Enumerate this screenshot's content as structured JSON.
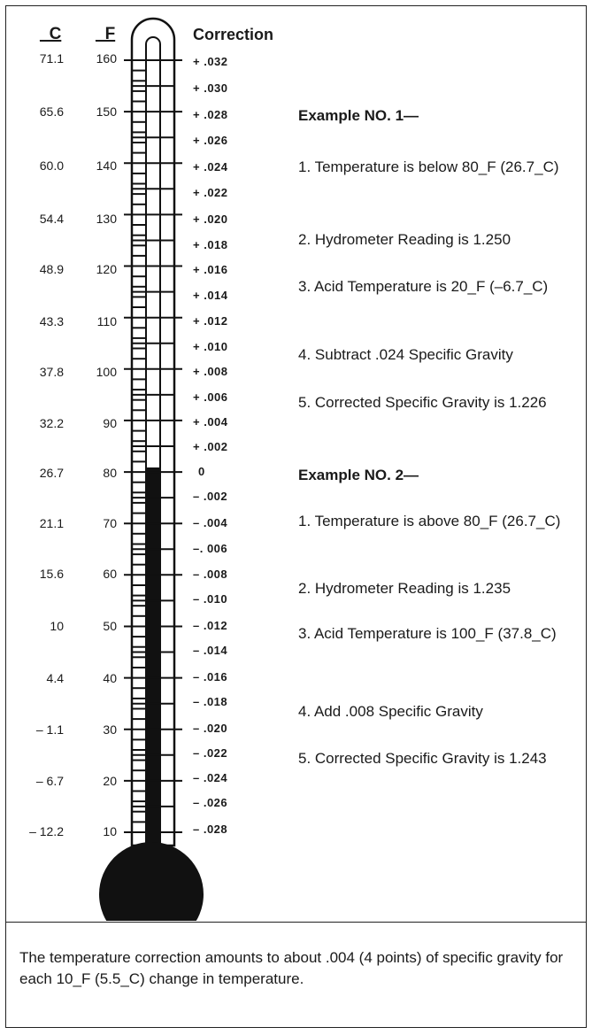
{
  "headers": {
    "c": "_C",
    "f": "_F",
    "correction": "Correction"
  },
  "scale": [
    {
      "c": "71.1",
      "f": "160"
    },
    {
      "c": "65.6",
      "f": "150"
    },
    {
      "c": "60.0",
      "f": "140"
    },
    {
      "c": "54.4",
      "f": "130"
    },
    {
      "c": "48.9",
      "f": "120"
    },
    {
      "c": "43.3",
      "f": "110"
    },
    {
      "c": "37.8",
      "f": "100"
    },
    {
      "c": "32.2",
      "f": "90"
    },
    {
      "c": "26.7",
      "f": "80"
    },
    {
      "c": "21.1",
      "f": "70"
    },
    {
      "c": "15.6",
      "f": "60"
    },
    {
      "c": "10",
      "f": "50"
    },
    {
      "c": "4.4",
      "f": "40"
    },
    {
      "c": "– 1.1",
      "f": "30"
    },
    {
      "c": "– 6.7",
      "f": "20"
    },
    {
      "c": "– 12.2",
      "f": "10"
    }
  ],
  "corrections": [
    "+ .032",
    "+ .030",
    "+ .028",
    "+ .026",
    "+ .024",
    "+ .022",
    "+ .020",
    "+ .018",
    "+ .016",
    "+ .014",
    "+ .012",
    "+ .010",
    "+ .008",
    "+ .006",
    "+ .004",
    "+ .002",
    "0",
    "– .002",
    "– .004",
    "–. 006",
    "– .008",
    "– .010",
    "– .012",
    "– .014",
    "– .016",
    "– .018",
    "– .020",
    "– .022",
    "– .024",
    "– .026",
    "– .028"
  ],
  "thermometer_reading_f": 80,
  "example1": {
    "title": "Example NO. 1—",
    "steps": [
      "1.  Temperature is below 80_F (26.7_C)",
      "2.  Hydrometer Reading is 1.250",
      "3.  Acid Temperature is 20_F (–6.7_C)",
      "4.  Subtract .024 Specific Gravity",
      "5.  Corrected Specific Gravity is 1.226"
    ]
  },
  "example2": {
    "title": "Example NO. 2—",
    "steps": [
      "1.  Temperature is above 80_F (26.7_C)",
      "2.  Hydrometer Reading is 1.235",
      "3.  Acid Temperature is 100_F (37.8_C)",
      "4.  Add .008 Specific Gravity",
      "5.  Corrected Specific Gravity is 1.243"
    ]
  },
  "footer": "The temperature correction amounts to about .004 (4 points) of specific gravity for each 10_F (5.5_C) change in temperature."
}
